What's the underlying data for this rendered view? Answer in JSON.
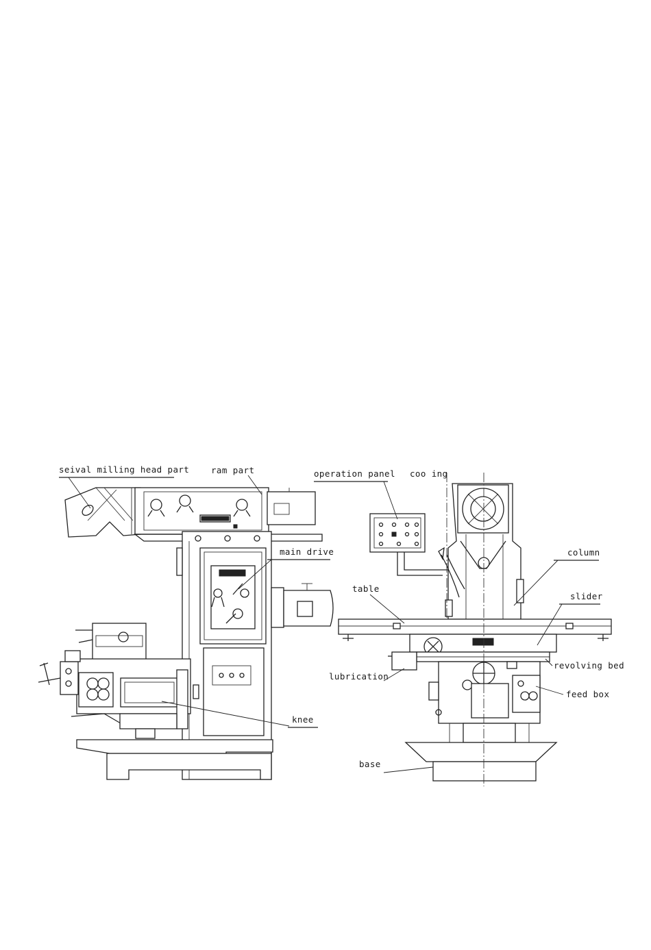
{
  "labels": {
    "swivel_head": "seival milling head part",
    "ram": "ram part",
    "operation_panel": "operation panel",
    "cooling": "coo ing",
    "main_drive": "main drive",
    "column": "column",
    "table": "table",
    "slider": "slider",
    "revolving_bed": "revolving bed",
    "lubrication": "lubrication",
    "feed_box": "feed box",
    "knee": "knee",
    "base": "base"
  }
}
